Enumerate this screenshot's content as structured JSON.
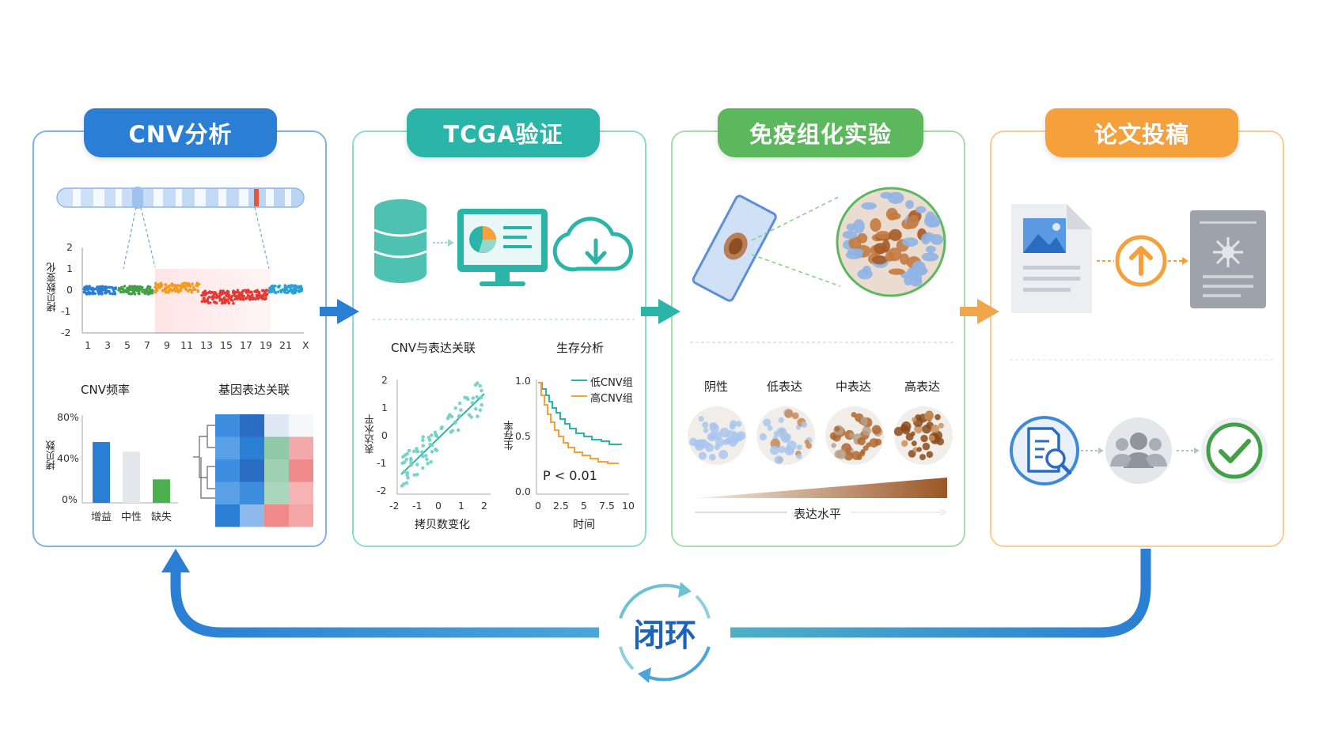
{
  "stages": [
    {
      "id": "cnv",
      "title": "CNV分析",
      "color": "#2a7fd4",
      "border": "#7fb2e8"
    },
    {
      "id": "tcga",
      "title": "TCGA验证",
      "color": "#2bb5a8",
      "border": "#8fd9cf"
    },
    {
      "id": "ihc",
      "title": "免疫组化实验",
      "color": "#5cb85c",
      "border": "#a8dca8"
    },
    {
      "id": "paper",
      "title": "论文投稿",
      "color": "#f5a03a",
      "border": "#f7cc96"
    }
  ],
  "cnv": {
    "ylabel": "拷贝数变化",
    "yticks": [
      "2",
      "1",
      "0",
      "-1",
      "-2"
    ],
    "xticks": [
      "1",
      "3",
      "5",
      "7",
      "9",
      "11",
      "13",
      "15",
      "17",
      "19",
      "21",
      "X"
    ],
    "freq_title": "CNV频率",
    "freq_ylabel": "拷贝数",
    "freq_yticks": [
      "80%",
      "40%",
      "0%"
    ],
    "freq_bars": [
      {
        "label": "增益",
        "value": 57,
        "color": "#2a7fd4"
      },
      {
        "label": "中性",
        "value": 48,
        "color": "#e3e6ea"
      },
      {
        "label": "缺失",
        "value": 22,
        "color": "#4caf50"
      }
    ],
    "heatmap_title": "基因表达关联"
  },
  "tcga": {
    "corr_title": "CNV与表达关联",
    "corr_ylabel": "表达水平",
    "corr_xlabel": "拷贝数变化",
    "corr_yticks": [
      "2",
      "1",
      "0",
      "-1",
      "-2"
    ],
    "corr_xticks": [
      "-2",
      "-1",
      "0",
      "1",
      "2"
    ],
    "surv_title": "生存分析",
    "surv_ylabel": "生存率",
    "surv_xlabel": "时间",
    "surv_yticks": [
      "1.0",
      "0.5",
      "0.0"
    ],
    "surv_xticks": [
      "0",
      "2.5",
      "5",
      "7.5",
      "10"
    ],
    "legend": [
      {
        "name": "低CNV组",
        "color": "#2bb5a8"
      },
      {
        "name": "高CNV组",
        "color": "#f5a03a"
      }
    ],
    "pvalue": "P < 0.01"
  },
  "ihc": {
    "levels": [
      "阴性",
      "低表达",
      "中表达",
      "高表达"
    ],
    "gradient_label": "表达水平"
  },
  "loop": {
    "label": "闭环"
  }
}
